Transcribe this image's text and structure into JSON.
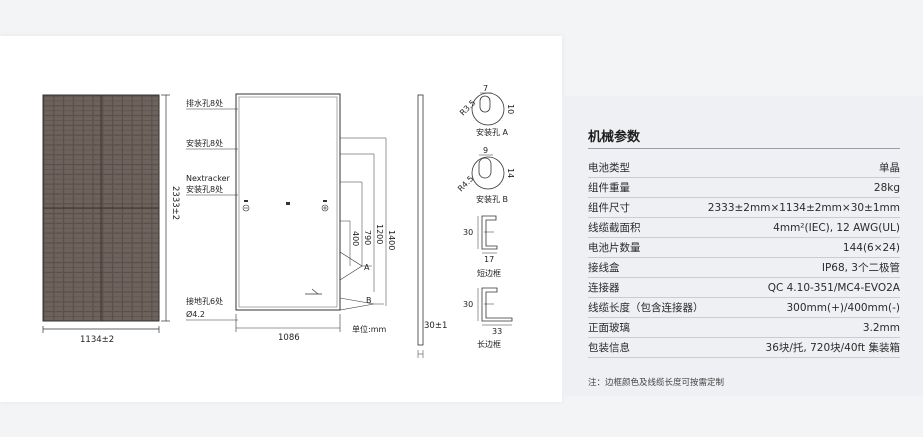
{
  "drawing": {
    "dim_height": "2333±2",
    "dim_width": "1134±2",
    "dim_1086": "1086",
    "dim_1400": "1400",
    "dim_1200": "1200",
    "dim_790": "790",
    "dim_400": "400",
    "marker_a": "A",
    "marker_b": "B",
    "label_drain": "排水孔8处",
    "label_mount": "安装孔8处",
    "label_nextracker_1": "Nextracker",
    "label_nextracker_2": "安装孔8处",
    "label_ground_1": "接地孔6处",
    "label_ground_2": "Ø4.2",
    "unit_label": "单位:mm",
    "dim_frame_depth": "30±1",
    "hole_a_w": "7",
    "hole_a_h": "10",
    "hole_a_r": "R3.5",
    "hole_a_name": "安装孔 A",
    "hole_b_w": "9",
    "hole_b_h": "14",
    "hole_b_r": "R4.5",
    "hole_b_name": "安装孔 B",
    "short_h": "30",
    "short_w": "17",
    "short_name": "短边框",
    "long_h": "30",
    "long_w": "33",
    "long_name": "长边框"
  },
  "specs": {
    "title": "机械参数",
    "rows": [
      {
        "label": "电池类型",
        "value": "单晶"
      },
      {
        "label": "组件重量",
        "value": "28kg"
      },
      {
        "label": "组件尺寸",
        "value": "2333±2mm×1134±2mm×30±1mm"
      },
      {
        "label": "线缆截面积",
        "value": "4mm²(IEC), 12 AWG(UL)"
      },
      {
        "label": "电池片数量",
        "value": "144(6×24)"
      },
      {
        "label": "接线盒",
        "value": "IP68, 3个二极管"
      },
      {
        "label": "连接器",
        "value": "QC 4.10-351/MC4-EVO2A"
      },
      {
        "label": "线缆长度（包含连接器）",
        "value": "300mm(+)/400mm(-)"
      },
      {
        "label": "正面玻璃",
        "value": "3.2mm"
      },
      {
        "label": "包装信息",
        "value": "36块/托, 720块/40ft 集装箱"
      }
    ],
    "note": "注：边框颜色及线缆长度可按需定制"
  }
}
